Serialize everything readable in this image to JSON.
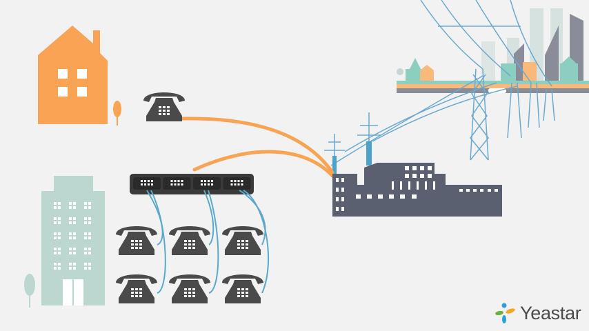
{
  "brand": {
    "name": "Yeastar",
    "logo_colors": [
      "#2aa0dc",
      "#f7a823",
      "#6db33f",
      "#2aa0dc"
    ]
  },
  "colors": {
    "background": "#f2f2f2",
    "house": "#f9a455",
    "office": "#bcd6d0",
    "phone": "#4a4a4a",
    "switch": "#3a3a3a",
    "factory": "#5a6070",
    "trunk_line": "#f9a455",
    "extension_line": "#5aa8cc",
    "pylon": "#6aa9cf",
    "city_teal": "#8ccfc0",
    "city_gray": "#8a8c98"
  },
  "scene": {
    "house_phone": "telephone-icon",
    "office_phones": 6,
    "switch_ports": 4
  }
}
